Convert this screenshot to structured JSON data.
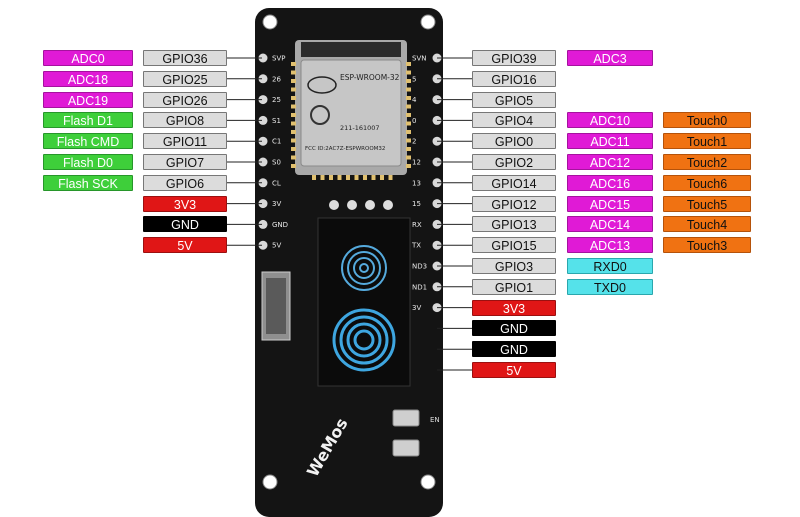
{
  "board": {
    "module_brand": "ESP-WROOM-32",
    "module_cert": "211-161007",
    "module_fcc": "FCC ID:2AC7Z-ESPWROOM32",
    "logo": "WeMos",
    "button_label": "EN",
    "left_pins": [
      "SVP",
      "26",
      "25",
      "S1",
      "C1",
      "S0",
      "CL",
      "3V",
      "GND",
      "5V"
    ],
    "right_pins": [
      "SVN",
      "5",
      "4",
      "0",
      "2",
      "12",
      "13",
      "15",
      "RX",
      "TX",
      "ND3",
      "ND1",
      "3V"
    ]
  },
  "left_rows": [
    {
      "func": "ADC0",
      "gpio": "GPIO36",
      "kind": "adc"
    },
    {
      "func": "ADC18",
      "gpio": "GPIO25",
      "kind": "adc"
    },
    {
      "func": "ADC19",
      "gpio": "GPIO26",
      "kind": "adc"
    },
    {
      "func": "Flash D1",
      "gpio": "GPIO8",
      "kind": "flash"
    },
    {
      "func": "Flash CMD",
      "gpio": "GPIO11",
      "kind": "flash"
    },
    {
      "func": "Flash D0",
      "gpio": "GPIO7",
      "kind": "flash"
    },
    {
      "func": "Flash SCK",
      "gpio": "GPIO6",
      "kind": "flash"
    }
  ],
  "left_power": [
    "3V3",
    "GND",
    "5V"
  ],
  "right_rows": [
    {
      "gpio": "GPIO39",
      "adc": "ADC3",
      "touch": ""
    },
    {
      "gpio": "GPIO16",
      "adc": "",
      "touch": ""
    },
    {
      "gpio": "GPIO5",
      "adc": "",
      "touch": ""
    },
    {
      "gpio": "GPIO4",
      "adc": "ADC10",
      "touch": "Touch0"
    },
    {
      "gpio": "GPIO0",
      "adc": "ADC11",
      "touch": "Touch1"
    },
    {
      "gpio": "GPIO2",
      "adc": "ADC12",
      "touch": "Touch2"
    },
    {
      "gpio": "GPIO14",
      "adc": "ADC16",
      "touch": "Touch6"
    },
    {
      "gpio": "GPIO12",
      "adc": "ADC15",
      "touch": "Touch5"
    },
    {
      "gpio": "GPIO13",
      "adc": "ADC14",
      "touch": "Touch4"
    },
    {
      "gpio": "GPIO15",
      "adc": "ADC13",
      "touch": "Touch3"
    },
    {
      "gpio": "GPIO3",
      "uart": "RXD0"
    },
    {
      "gpio": "GPIO1",
      "uart": "TXD0"
    }
  ],
  "right_power": [
    "3V3",
    "GND",
    "GND",
    "5V"
  ],
  "colors": {
    "adc": "#e01ad6",
    "flash": "#3ecf3a",
    "power": "#e01616",
    "gnd": "#000000",
    "gpio": "#dcdcdc",
    "touch": "#f07212",
    "uart": "#55e2ea",
    "pcb": "#111111"
  }
}
